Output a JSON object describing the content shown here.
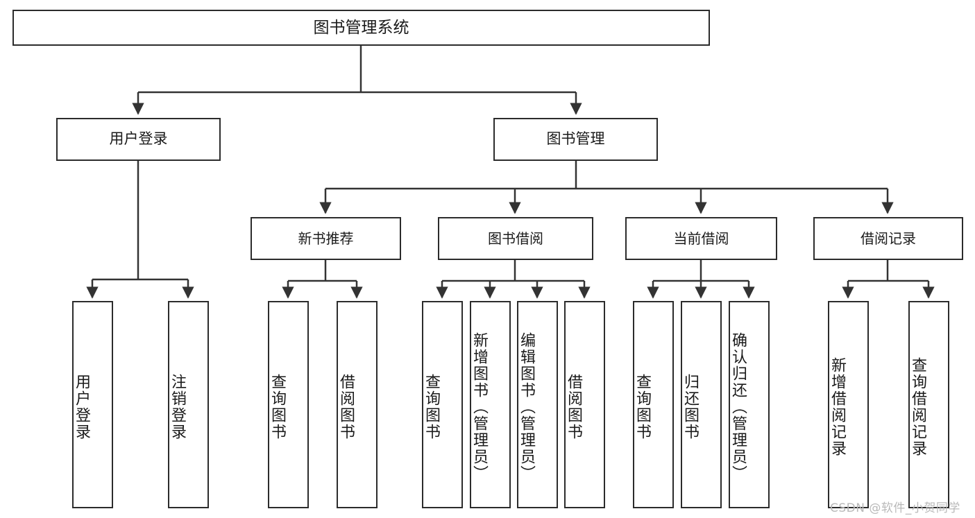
{
  "diagram": {
    "title": "图书管理系统",
    "type": "tree-hierarchy-diagram",
    "colors": {
      "box_border": "#2b2b2b",
      "box_fill": "#ffffff",
      "connector": "#333333",
      "text": "#1a1a1a",
      "watermark": "#b9b9b9",
      "background": "#ffffff"
    },
    "root": {
      "label": "图书管理系统"
    },
    "level2": [
      {
        "label": "用户登录"
      },
      {
        "label": "图书管理"
      }
    ],
    "level3": [
      {
        "label": "新书推荐"
      },
      {
        "label": "图书借阅"
      },
      {
        "label": "当前借阅"
      },
      {
        "label": "借阅记录"
      }
    ],
    "leaves": {
      "user_login": [
        {
          "label": "用户登录"
        },
        {
          "label": "注销登录"
        }
      ],
      "new_book_recommend": [
        {
          "label": "查询图书"
        },
        {
          "label": "借阅图书"
        }
      ],
      "book_borrow": [
        {
          "label": "查询图书"
        },
        {
          "label": "新增图书（管理员）"
        },
        {
          "label": "编辑图书（管理员）"
        },
        {
          "label": "借阅图书"
        }
      ],
      "current_borrow": [
        {
          "label": "查询图书"
        },
        {
          "label": "归还图书"
        },
        {
          "label": "确认归还（管理员）"
        }
      ],
      "borrow_record": [
        {
          "label": "新增借阅记录"
        },
        {
          "label": "查询借阅记录"
        }
      ]
    },
    "watermark": "CSDN @软件_小贺同学"
  }
}
